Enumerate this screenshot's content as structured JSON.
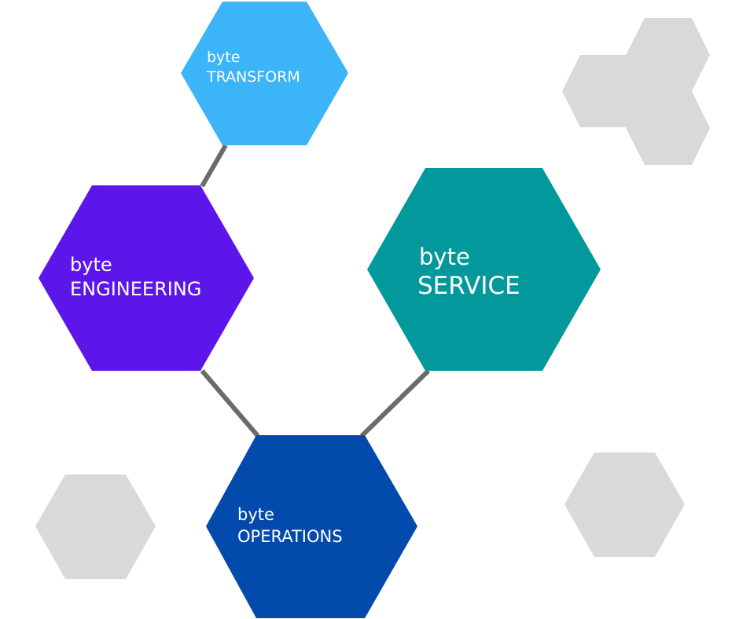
{
  "nodes": [
    {
      "id": "transform",
      "prefix": "byte",
      "name": "TRANSFORM",
      "color": "#3BB4F8"
    },
    {
      "id": "engineering",
      "prefix": "byte",
      "name": "ENGINEERING",
      "color": "#5C16EA"
    },
    {
      "id": "service",
      "prefix": "byte",
      "name": "SERVICE",
      "color": "#03989C"
    },
    {
      "id": "operations",
      "prefix": "byte",
      "name": "OPERATIONS",
      "color": "#034AAD"
    }
  ],
  "edges": [
    {
      "from": "transform",
      "to": "engineering"
    },
    {
      "from": "engineering",
      "to": "operations"
    },
    {
      "from": "service",
      "to": "operations"
    }
  ],
  "colors": {
    "connector": "#6B6B6B",
    "decoration": "#D9D9D9",
    "text": "#FFFFFF"
  }
}
